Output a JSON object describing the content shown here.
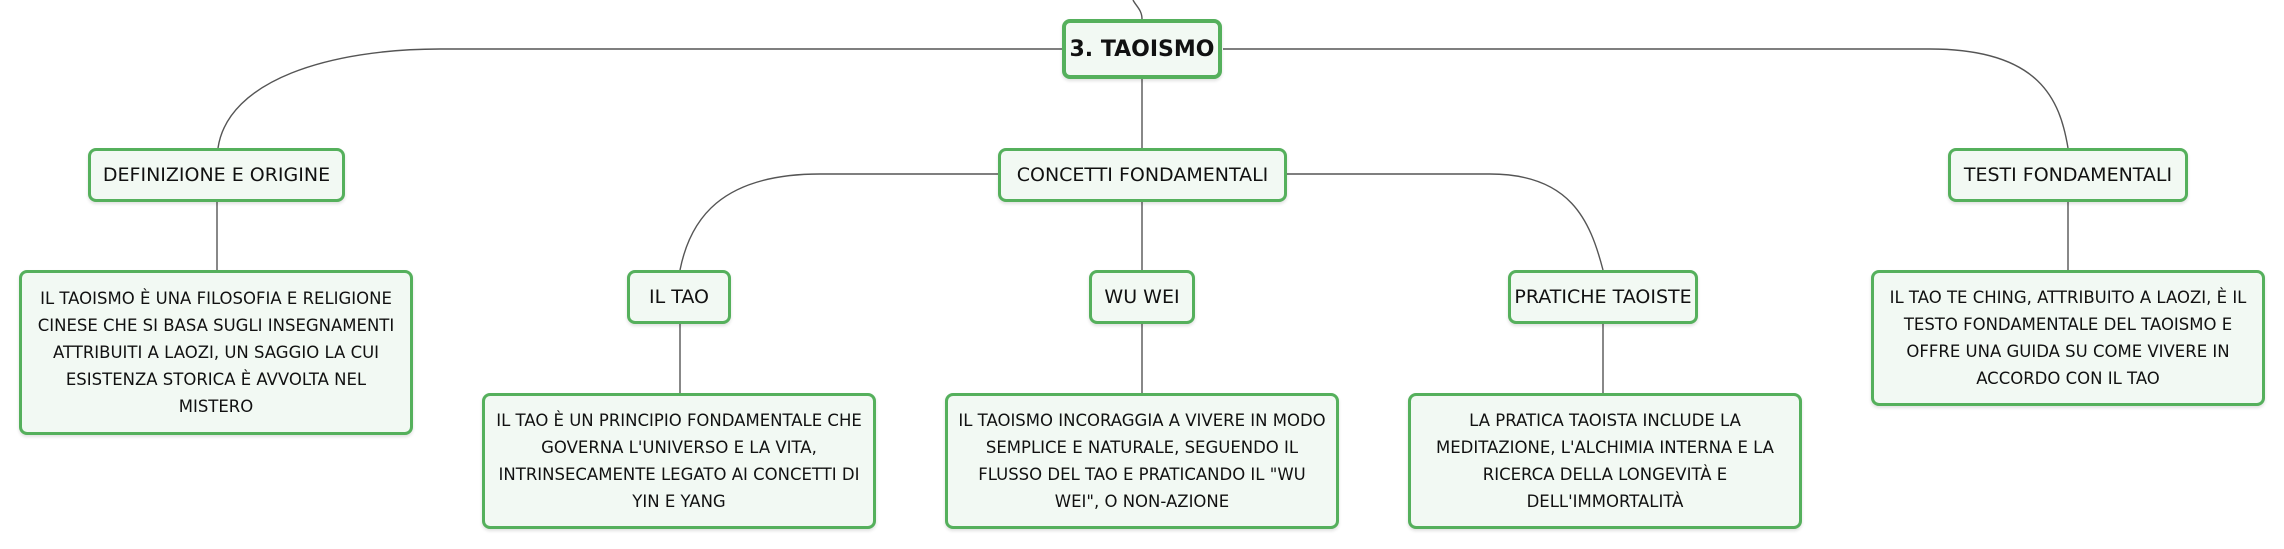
{
  "root": {
    "label": "3. TAOISMO"
  },
  "topics": {
    "definizione": {
      "label": "DEFINIZIONE E ORIGINE",
      "text": "IL TAOISMO È UNA FILOSOFIA E RELIGIONE CINESE CHE SI BASA SUGLI INSEGNAMENTI ATTRIBUITI A LAOZI, UN SAGGIO LA CUI ESISTENZA STORICA È AVVOLTA NEL MISTERO"
    },
    "concetti": {
      "label": "CONCETTI FONDAMENTALI",
      "subtopics": {
        "tao": {
          "label": "IL TAO",
          "text": "IL TAO È UN PRINCIPIO FONDAMENTALE CHE GOVERNA L'UNIVERSO E LA VITA, INTRINSECAMENTE LEGATO AI CONCETTI DI YIN E YANG"
        },
        "wuwei": {
          "label": "WU WEI",
          "text": "IL TAOISMO INCORAGGIA A VIVERE IN MODO SEMPLICE E NATURALE, SEGUENDO IL FLUSSO DEL TAO E PRATICANDO IL \"WU WEI\", O NON-AZIONE"
        },
        "pratiche": {
          "label": "PRATICHE TAOISTE",
          "text": "LA PRATICA TAOISTA INCLUDE LA MEDITAZIONE, L'ALCHIMIA INTERNA E LA RICERCA DELLA LONGEVITÀ E DELL'IMMORTALITÀ"
        }
      }
    },
    "testi": {
      "label": "TESTI FONDAMENTALI",
      "text": "IL TAO TE CHING, ATTRIBUITO A LAOZI, È IL TESTO FONDAMENTALE DEL TAOISMO E OFFRE UNA GUIDA SU COME VIVERE IN ACCORDO CON IL TAO"
    }
  },
  "colors": {
    "border": "#55b05c",
    "fill": "#f2f9f3",
    "line": "#555555"
  }
}
